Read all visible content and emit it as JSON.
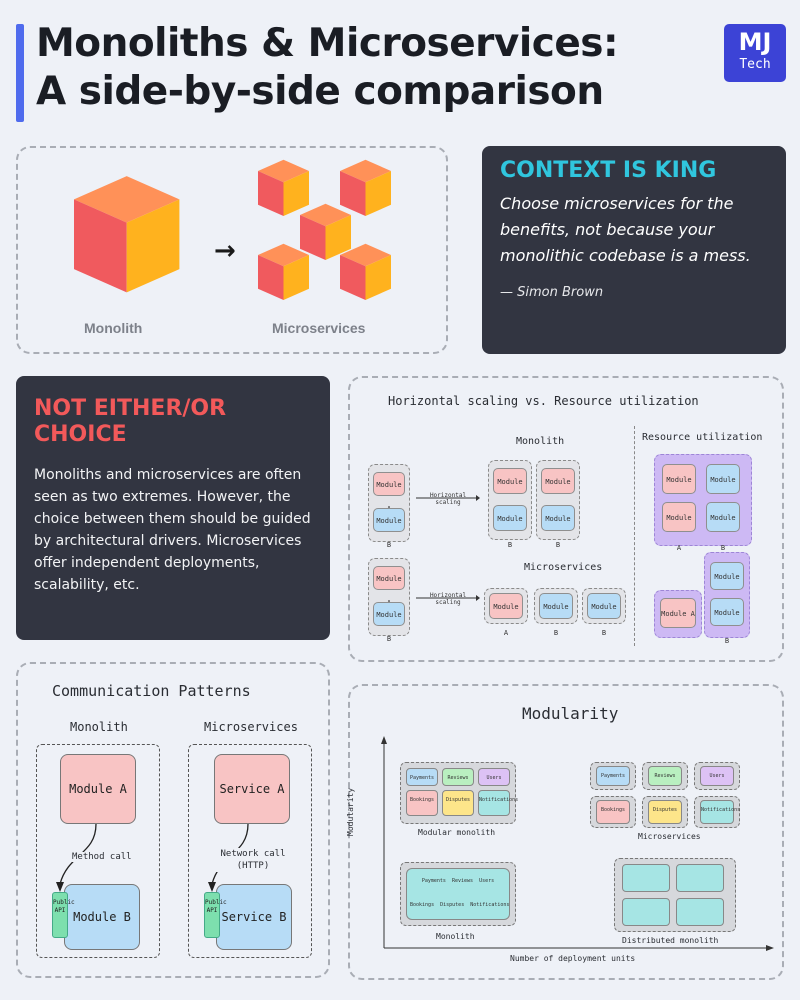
{
  "header": {
    "title_line1": "Monoliths & Microservices:",
    "title_line2": "A side-by-side comparison",
    "logo_main": "MJ",
    "logo_sub": "Tech"
  },
  "colors": {
    "accent": "#4f6bed",
    "dark_card": "#323541",
    "cyan_heading": "#30c6de",
    "red_heading": "#f2595a",
    "module_red": "#f8c4c4",
    "module_blue": "#b7dcf6",
    "resource_purple": "#cdb9f4"
  },
  "cubes": {
    "monolith_label": "Monolith",
    "microservices_label": "Microservices",
    "arrow": "→"
  },
  "quote": {
    "title": "CONTEXT IS KING",
    "text": "Choose microservices for the benefits, not because your monolithic codebase is a mess.",
    "author": "— Simon Brown"
  },
  "choice": {
    "title": "NOT EITHER/OR CHOICE",
    "text": "Monoliths and microservices are often seen as two extremes. However, the choice between them should be guided by architectural drivers. Microservices offer independent deployments, scalability, etc."
  },
  "scaling": {
    "title": "Horizontal scaling vs. Resource utilization",
    "monolith": "Monolith",
    "microservices": "Microservices",
    "resource": "Resource utilization",
    "module_a": "Module A",
    "module_b": "Module B",
    "arrow_label": "Horizontal scaling"
  },
  "comm": {
    "title": "Communication Patterns",
    "monolith": "Monolith",
    "microservices": "Microservices",
    "module_a": "Module A",
    "module_b": "Module B",
    "service_a": "Service A",
    "service_b": "Service B",
    "method_call": "Method call",
    "network_call": "Network call (HTTP)",
    "public_api": "Public API"
  },
  "modularity": {
    "title": "Modularity",
    "y_axis": "Modularity",
    "x_axis": "Number of deployment units",
    "modular_monolith": "Modular monolith",
    "microservices": "Microservices",
    "monolith": "Monolith",
    "distributed_monolith": "Distributed monolith",
    "modules": [
      "Payments",
      "Reviews",
      "Users",
      "Bookings",
      "Disputes",
      "Notifications"
    ]
  }
}
